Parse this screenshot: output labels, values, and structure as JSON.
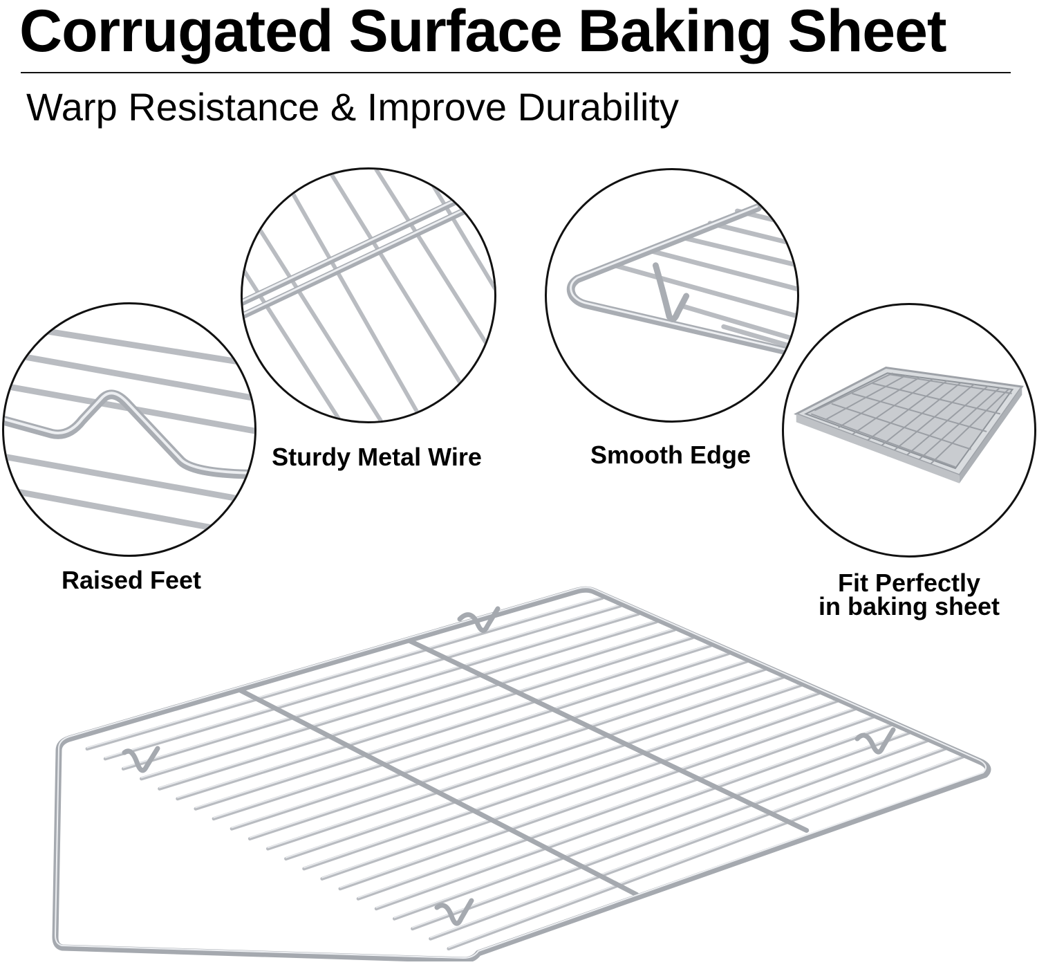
{
  "header": {
    "title": "Corrugated Surface Baking Sheet",
    "subtitle": "Warp Resistance & Improve Durability"
  },
  "features": [
    {
      "label": "Raised Feet"
    },
    {
      "label": "Sturdy Metal Wire"
    },
    {
      "label": "Smooth Edge"
    },
    {
      "label_line1": "Fit Perfectly",
      "label_line2": "in baking sheet"
    }
  ],
  "colors": {
    "wire": "#b9bcc1",
    "wire_highlight": "#e9ebee",
    "outline": "#111111"
  }
}
